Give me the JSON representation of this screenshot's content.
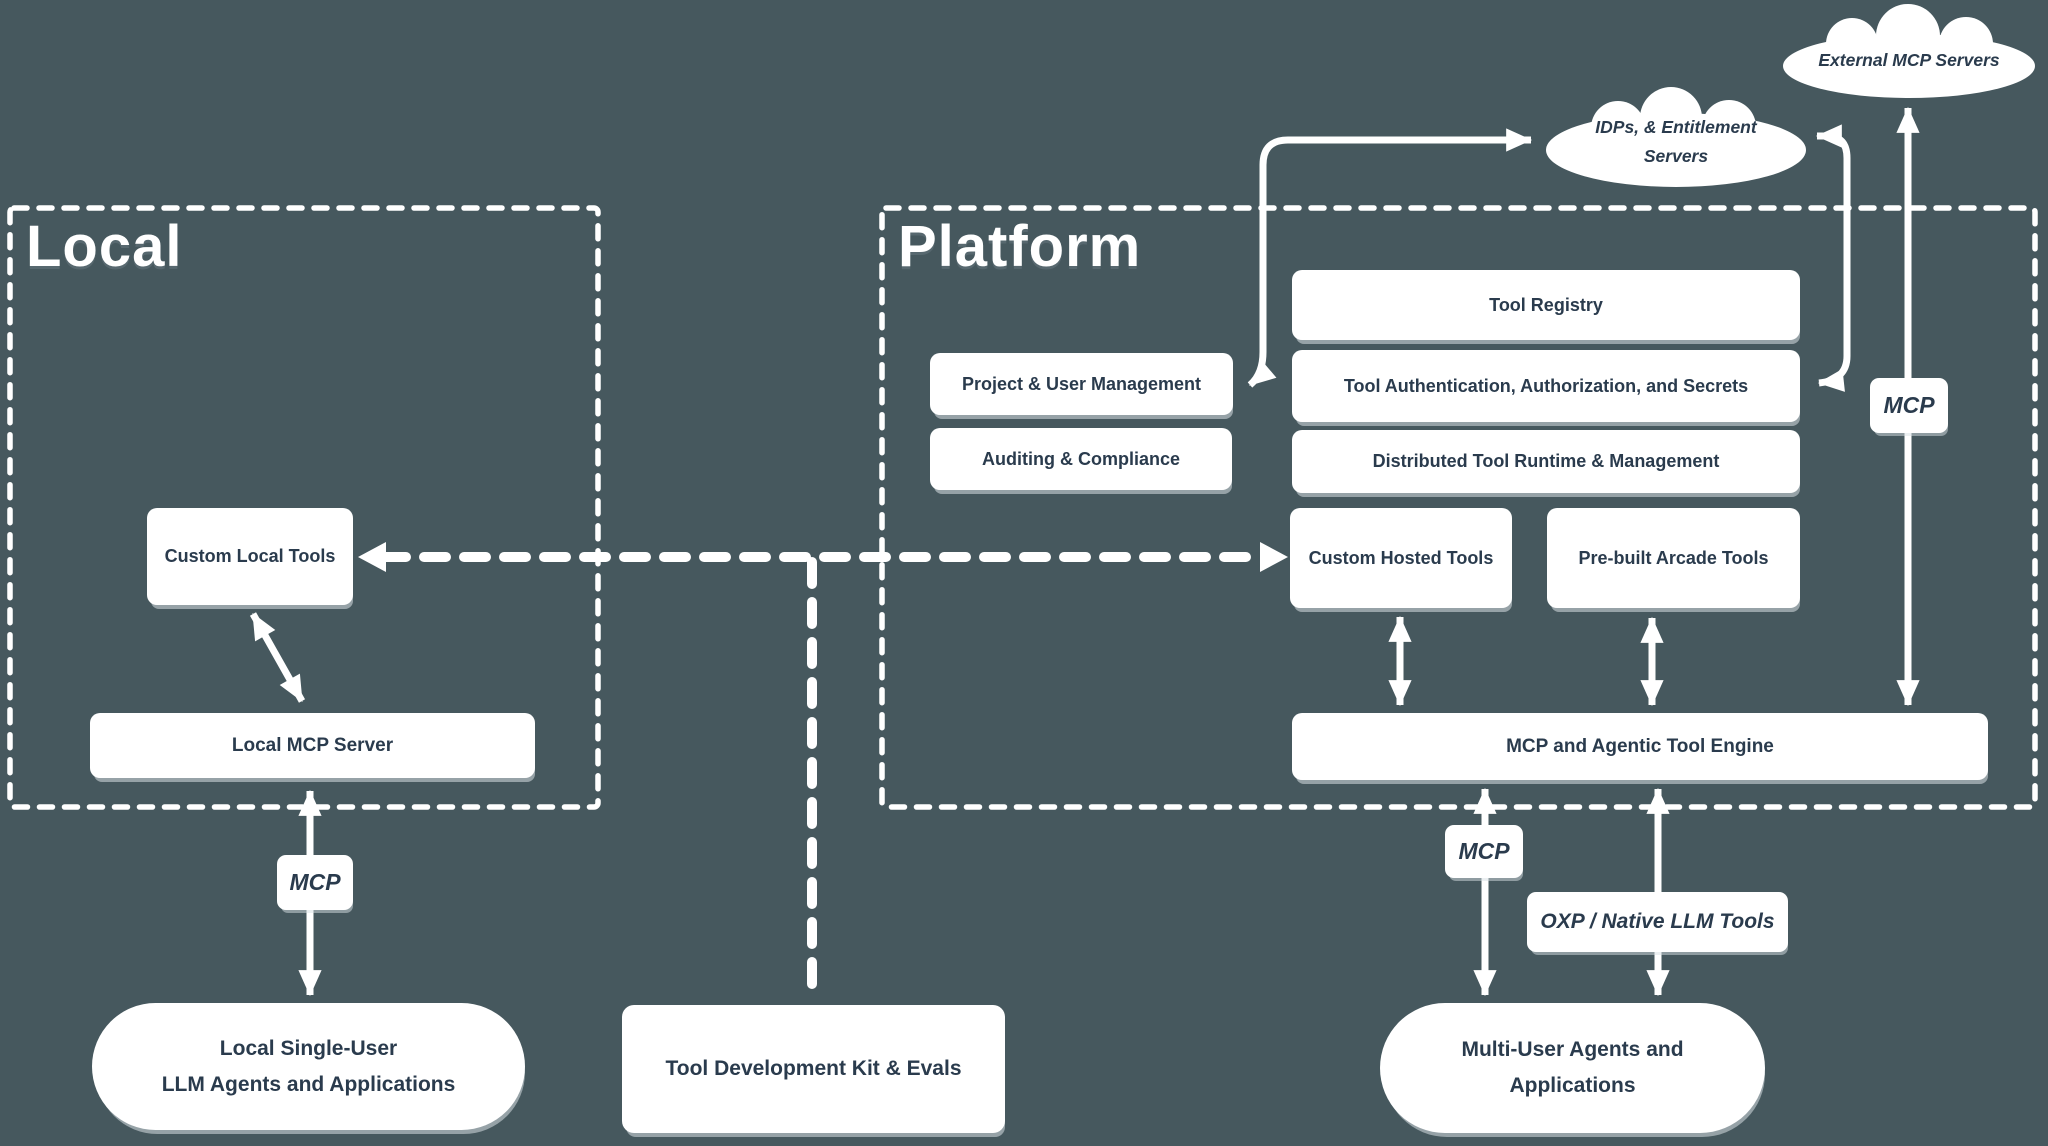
{
  "colors": {
    "background": "#46585E",
    "box_fill": "#FFFFFF",
    "text_dark": "#2A3B4D",
    "line_white": "#FFFFFF"
  },
  "local": {
    "title": "Local",
    "custom_local_tools": "Custom Local Tools",
    "local_mcp_server": "Local MCP Server"
  },
  "platform": {
    "title": "Platform",
    "tool_registry": "Tool Registry",
    "tool_auth": "Tool Authentication, Authorization, and Secrets",
    "distributed_runtime": "Distributed Tool Runtime & Management",
    "project_user_mgmt": "Project & User Management",
    "auditing_compliance": "Auditing & Compliance",
    "custom_hosted_tools": "Custom Hosted Tools",
    "prebuilt_arcade_tools": "Pre-built Arcade Tools",
    "mcp_engine": "MCP and Agentic Tool Engine"
  },
  "clouds": {
    "external_mcp": "External MCP Servers",
    "idps_line1": "IDPs, & Entitlement",
    "idps_line2": "Servers"
  },
  "edge_labels": {
    "mcp_local": "MCP",
    "mcp_platform": "MCP",
    "mcp_bottom": "MCP",
    "oxp": "OXP / Native LLM Tools"
  },
  "bottom": {
    "local_agents_line1": "Local Single-User",
    "local_agents_line2": "LLM Agents and Applications",
    "tool_dev_kit": "Tool Development Kit & Evals",
    "multi_user_line1": "Multi-User Agents and",
    "multi_user_line2": "Applications"
  }
}
